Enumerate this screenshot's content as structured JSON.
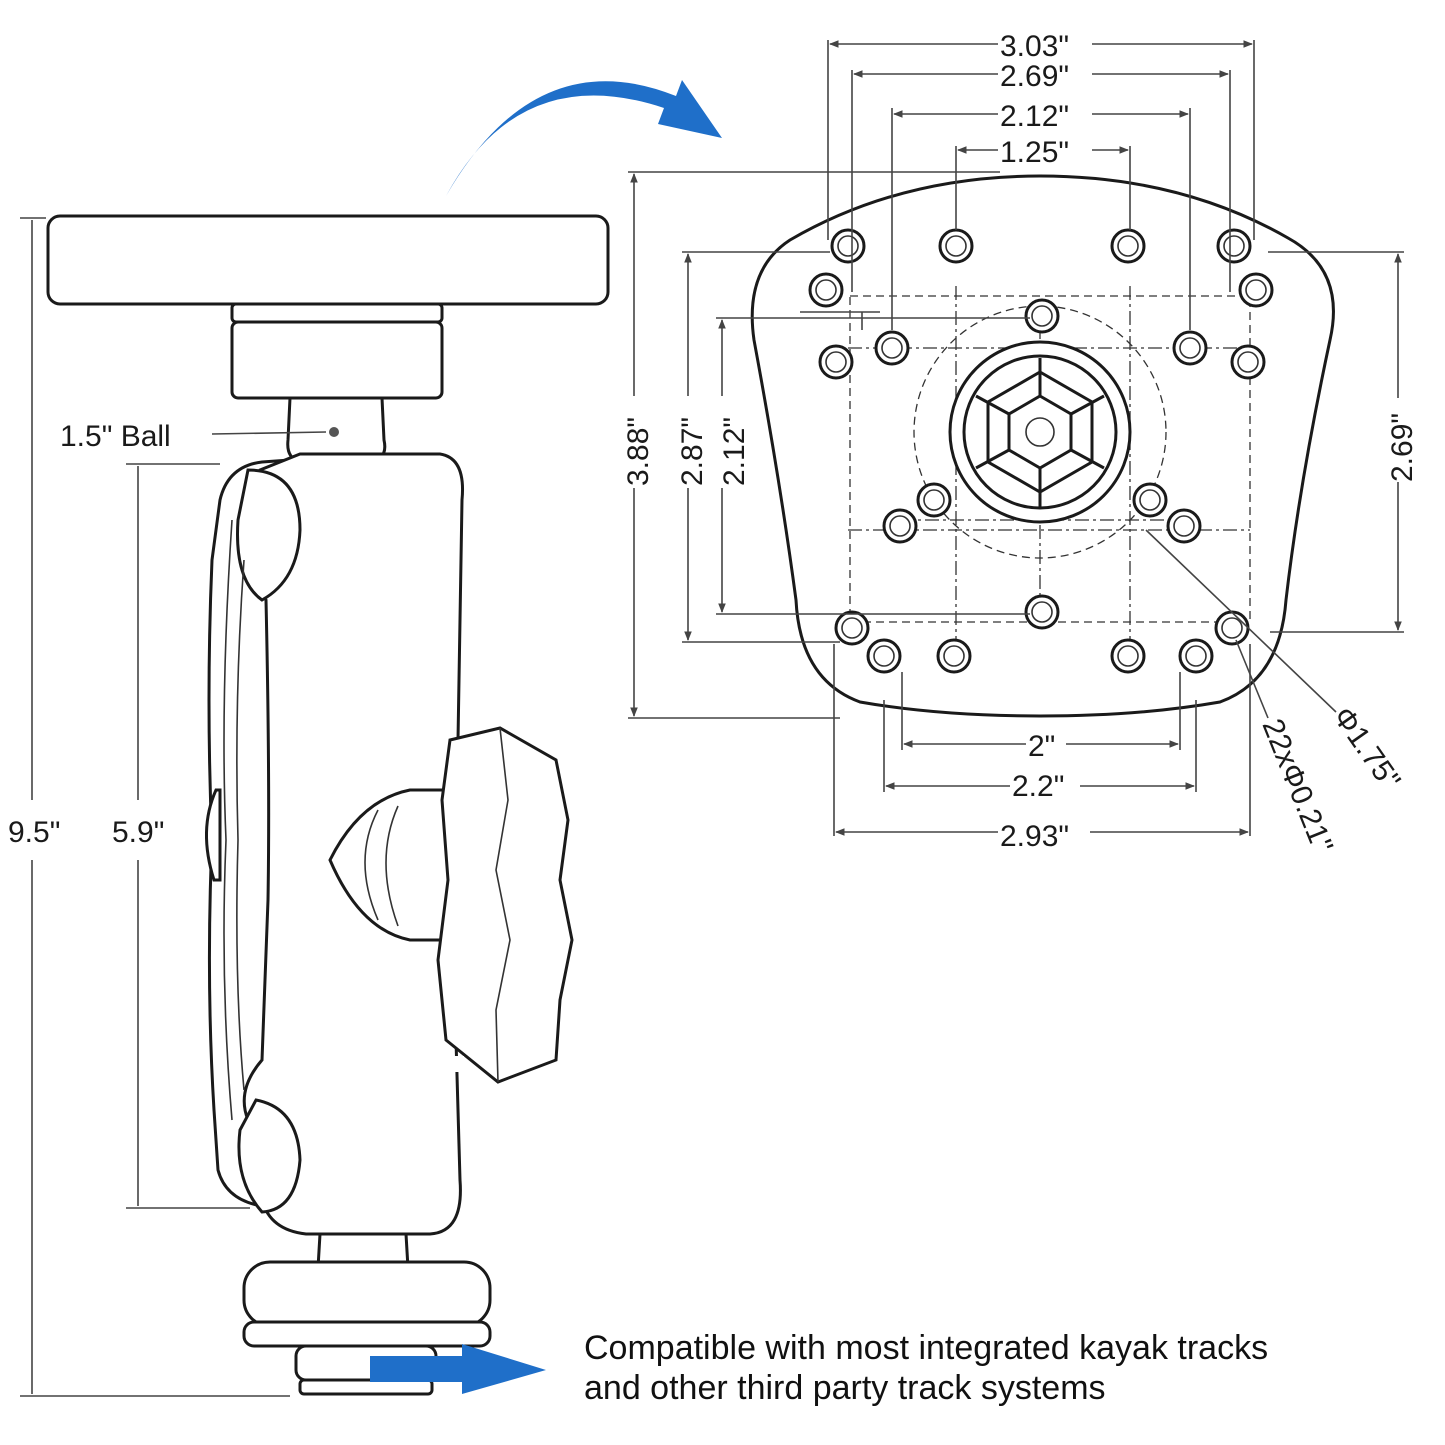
{
  "colors": {
    "arrow": "#1f6fc9",
    "ink": "#1a1a1a"
  },
  "side_view": {
    "ball_label": "1.5\" Ball",
    "total_height_label": "9.5\"",
    "arm_length_label": "5.9\""
  },
  "plate": {
    "top_dims": [
      "3.03\"",
      "2.69\"",
      "2.12\"",
      "1.25\""
    ],
    "left_dims": [
      "3.88\"",
      "2.87\"",
      "2.12\""
    ],
    "right_dim": "2.69\"",
    "bottom_dims": [
      "2\"",
      "2.2\"",
      "2.93\""
    ],
    "hole_callout": "22xΦ0.21\"",
    "center_callout": "Φ1.75\""
  },
  "caption": {
    "line1": "Compatible with most integrated kayak tracks",
    "line2": "and other third party track systems"
  }
}
